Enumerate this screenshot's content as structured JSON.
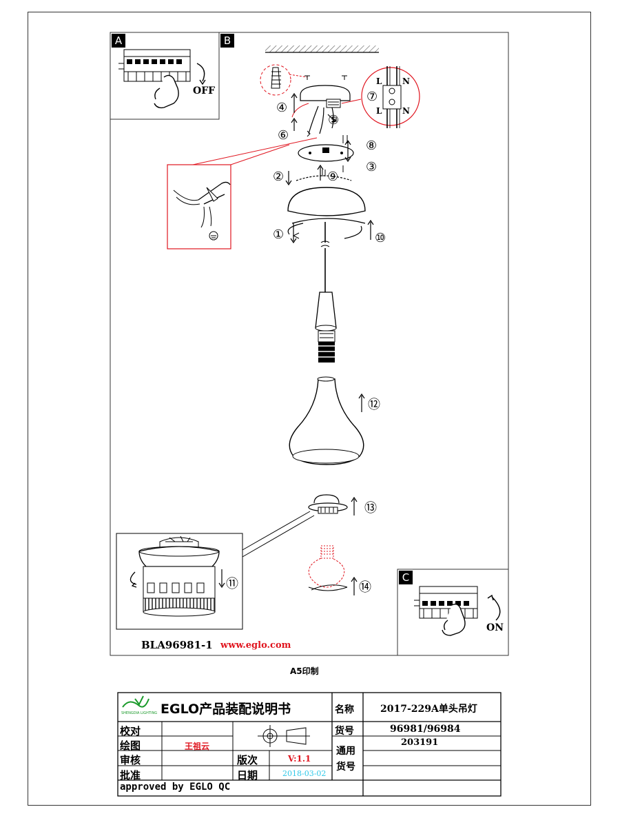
{
  "sections": {
    "a": "A",
    "b": "B",
    "c": "C"
  },
  "switch_labels": {
    "off": "OFF",
    "on": "ON"
  },
  "wiring": {
    "l": "L",
    "n": "N"
  },
  "steps": {
    "s1": "①",
    "s2": "②",
    "s3": "③",
    "s4": "④",
    "s5": "⑤",
    "s6": "⑥",
    "s7": "⑦",
    "s8": "⑧",
    "s9": "⑨",
    "s10": "⑩",
    "s11": "⑪",
    "s12": "⑫",
    "s13": "⑬",
    "s14": "⑭"
  },
  "footer": {
    "code": "BLA96981-1",
    "url": "www.eglo.com",
    "print_note": "A5印制"
  },
  "title_block": {
    "heading": "EGLO产品装配说明书",
    "name_label": "名称",
    "name_value": "2017-229A单头吊灯",
    "sku_label": "货号",
    "sku_value": "96981/96984",
    "sku_value2": "203191",
    "proofread_label": "校对",
    "drawing_label": "绘图",
    "drawing_value": "王祖云",
    "review_label": "审核",
    "approve_label": "批准",
    "version_label": "版次",
    "version_value": "V:1.1",
    "date_label": "日期",
    "date_value": "2018-03-02",
    "general_sku_label_1": "通用",
    "general_sku_label_2": "货号",
    "approved_note": "approved by EGLO QC",
    "logo_text": "SHENGDIA LIGHTING"
  },
  "colors": {
    "accent_red": "#e0141e",
    "url_red": "#e0141e",
    "date_cyan": "#2ec8e8",
    "logo_green": "#1a9a2a"
  }
}
